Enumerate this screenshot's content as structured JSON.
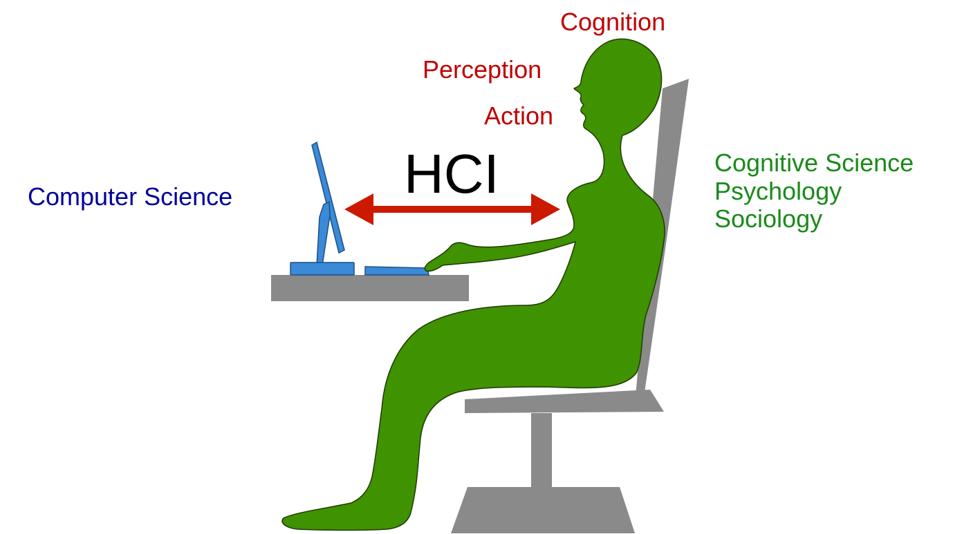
{
  "labels": {
    "cognition": "Cognition",
    "perception": "Perception",
    "action": "Action",
    "hci": "HCI",
    "computer_side": "Computer Science",
    "human_side": [
      "Cognitive Science",
      "Psychology",
      "Sociology"
    ]
  },
  "colors": {
    "human_aspects": "#c00000",
    "computer_science": "#000099",
    "human_sciences": "#1a8a1a",
    "hci_text": "#000000",
    "arrow": "#cc1a00",
    "person": "#3f9200",
    "computer": "#3a8ad8",
    "furniture": "#8a8a8a"
  },
  "icons": {
    "person": "seated-person-icon",
    "computer": "computer-monitor-icon",
    "keyboard": "keyboard-icon",
    "chair": "chair-icon",
    "desk": "desk-icon",
    "arrow": "double-headed-arrow-icon"
  }
}
